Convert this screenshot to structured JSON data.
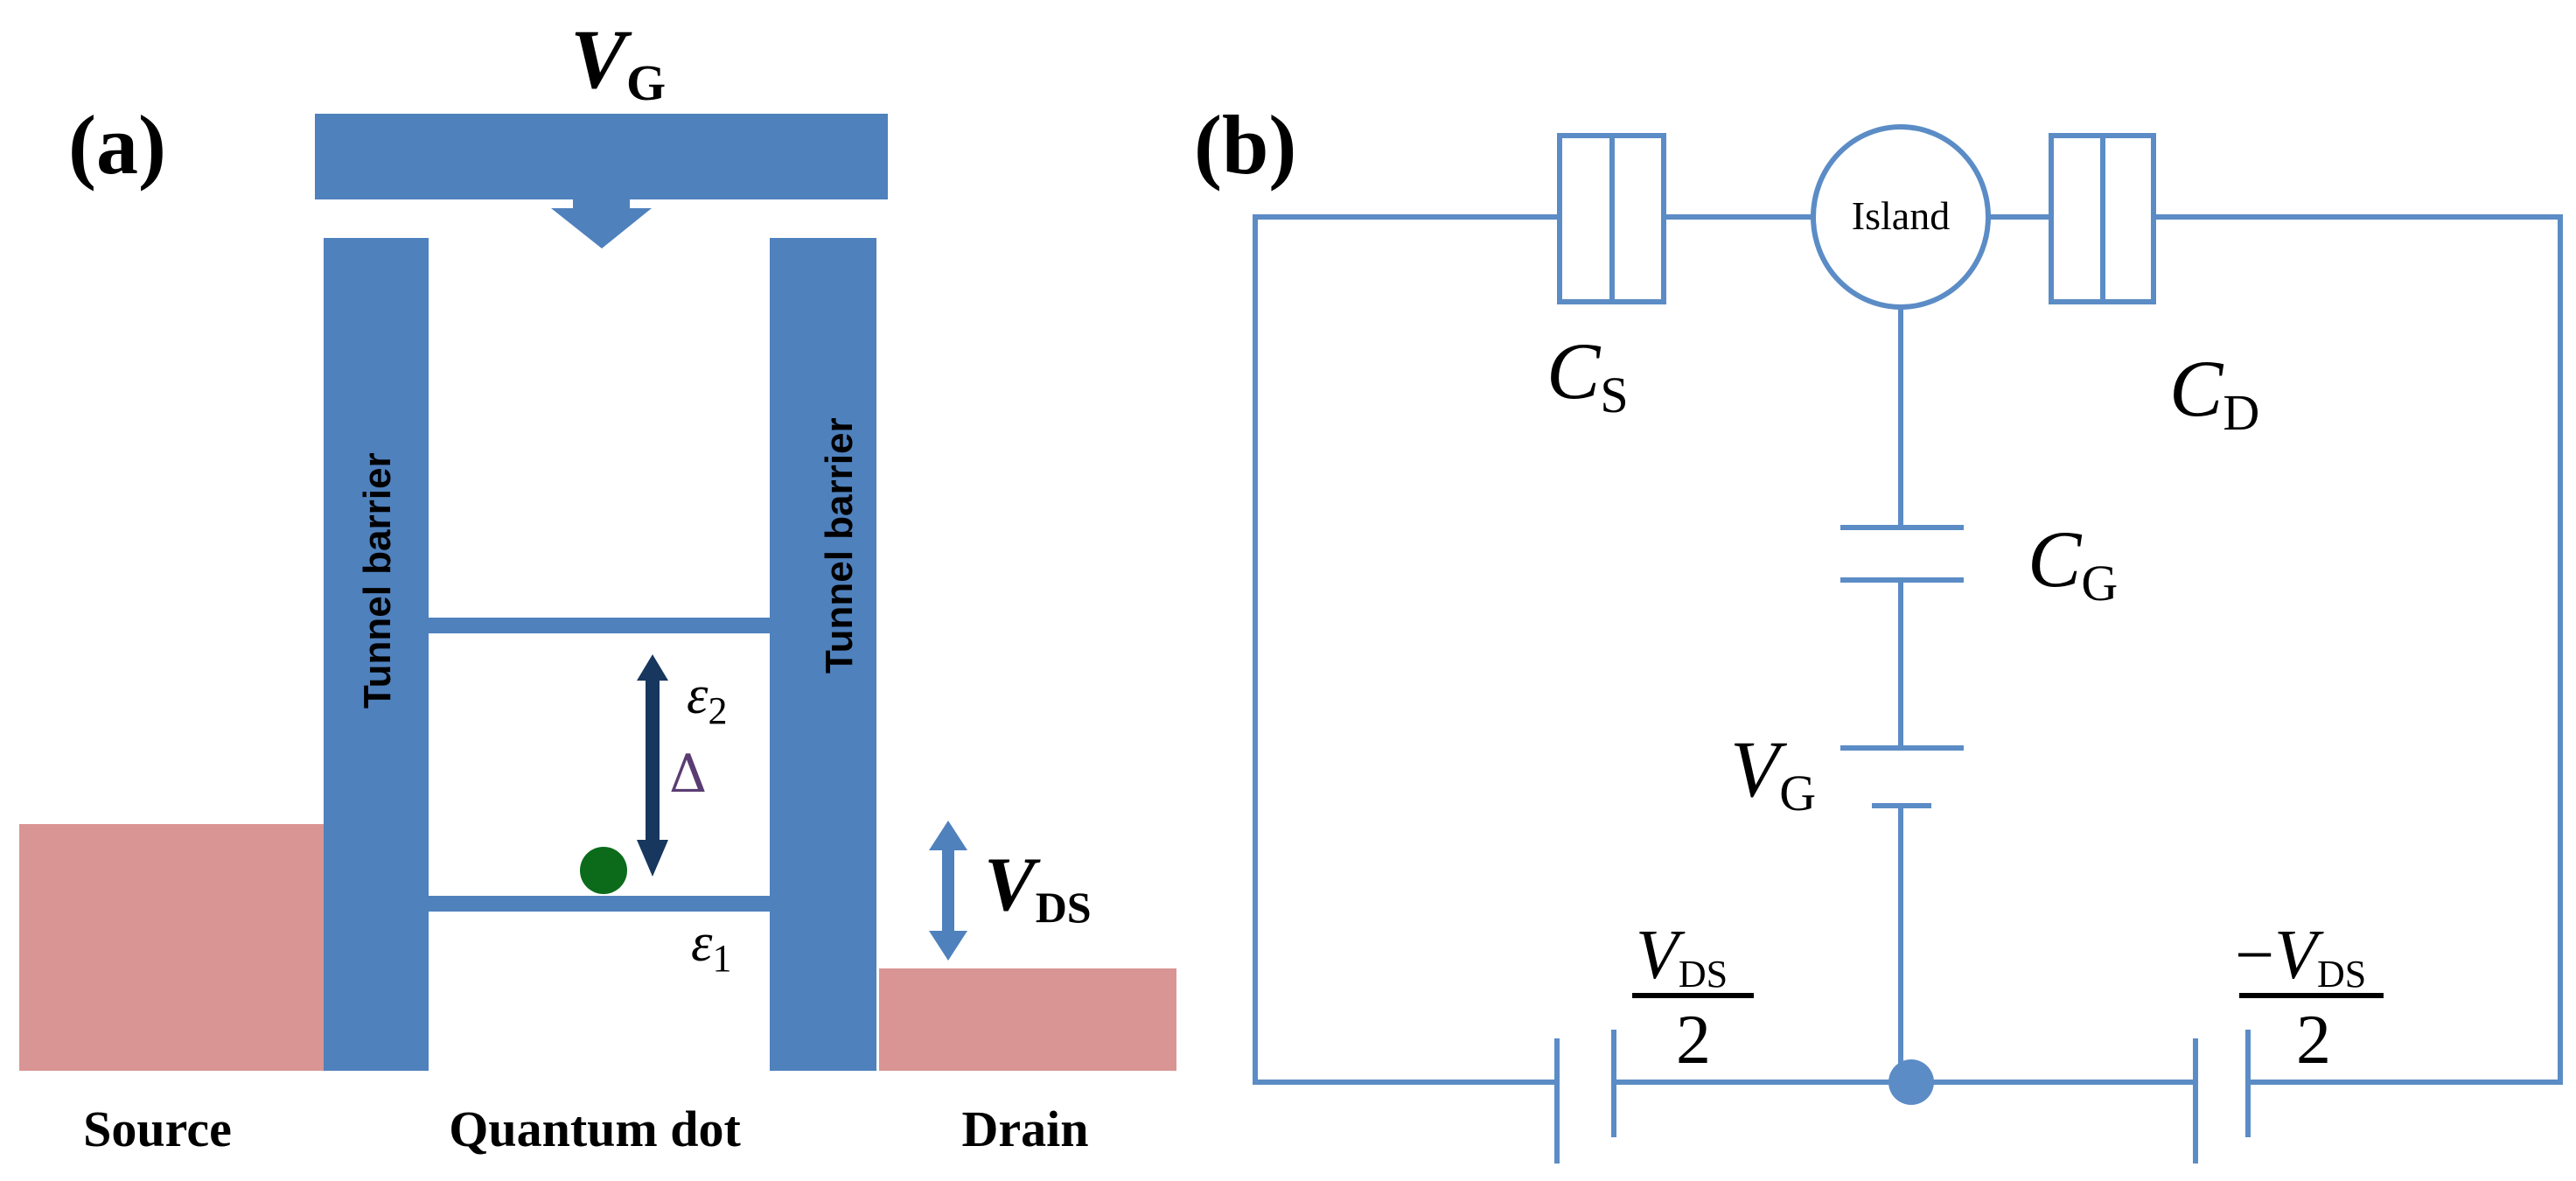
{
  "colors": {
    "blue": "#4f81bd",
    "pink": "#d99594",
    "navy": "#17375e",
    "green": "#0b6b1b",
    "wire": "#5b8cc6",
    "text": "#000000"
  },
  "panel_a": {
    "label": "(a)",
    "gate": {
      "symbol": "V",
      "sub": "G"
    },
    "barrier_left": "Tunnel barrier",
    "barrier_right": "Tunnel barrier",
    "level_upper": {
      "symbol": "ε",
      "sub": "2"
    },
    "level_lower": {
      "symbol": "ε",
      "sub": "1"
    },
    "gap": "Δ",
    "bias": {
      "symbol": "V",
      "sub": "DS"
    },
    "source": "Source",
    "dot": "Quantum dot",
    "drain": "Drain"
  },
  "panel_b": {
    "label": "(b)",
    "island": "Island",
    "cs": {
      "symbol": "C",
      "sub": "S"
    },
    "cd": {
      "symbol": "C",
      "sub": "D"
    },
    "cg": {
      "symbol": "C",
      "sub": "G"
    },
    "vg": {
      "symbol": "V",
      "sub": "G"
    },
    "vds_left": {
      "symbol": "V",
      "sub": "DS",
      "den": "2"
    },
    "vds_right": {
      "prefix": "−",
      "symbol": "V",
      "sub": "DS",
      "den": "2"
    }
  }
}
